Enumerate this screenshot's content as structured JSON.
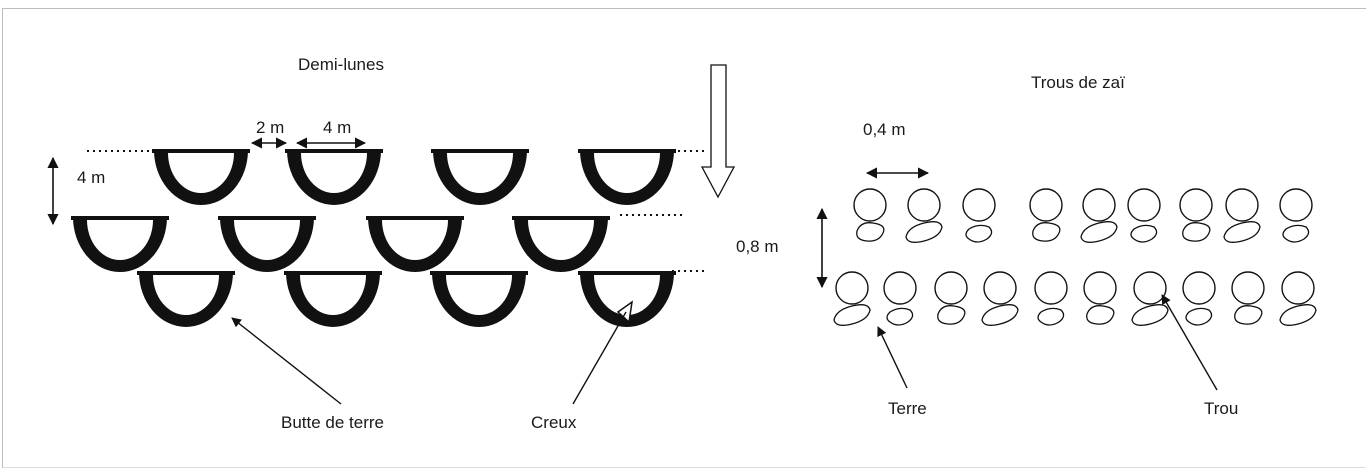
{
  "demi_lunes": {
    "title": "Demi-lunes",
    "spacing_label": "2 m",
    "width_label": "4 m",
    "row_label": "4 m",
    "mound_label": "Butte de terre",
    "hollow_label": "Creux"
  },
  "zai": {
    "title": "Trous de zaï",
    "spacing_label": "0,4 m",
    "row_label": "0,8 m",
    "soil_label": "Terre",
    "hole_label": "Trou"
  }
}
